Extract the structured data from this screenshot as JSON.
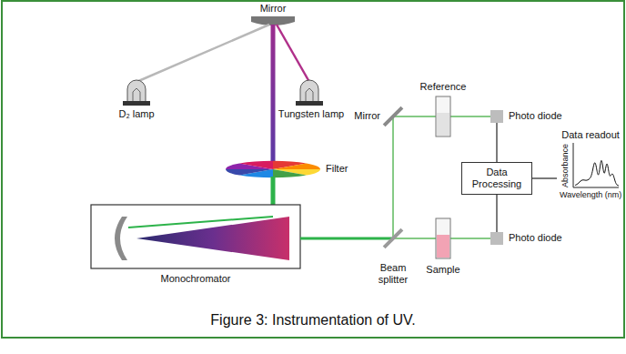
{
  "diagram": {
    "caption": "Figure 3: Instrumentation of UV.",
    "nodes": [
      {
        "text": [
          "Photo diode"
        ]
      },
      {
        "text": [
          "Data Processing"
        ]
      },
      {
        "text": [
          "Photo diode"
        ]
      },
      {
        "text": [
          "Data readout",
          "Absorbance",
          "Wavelength (nm)"
        ]
      }
    ],
    "edges": [
      {
        "from": 0,
        "to": 1,
        "arrow": "none"
      },
      {
        "from": 2,
        "to": 1,
        "arrow": "none"
      },
      {
        "from": 1,
        "to": 3,
        "arrow": "none"
      }
    ],
    "labels": [
      "Mirror",
      "D₂ lamp",
      "Tungsten lamp",
      "Filter",
      "Monochromator",
      "Mirror",
      "Reference",
      "Beam splitter",
      "Sample"
    ]
  }
}
